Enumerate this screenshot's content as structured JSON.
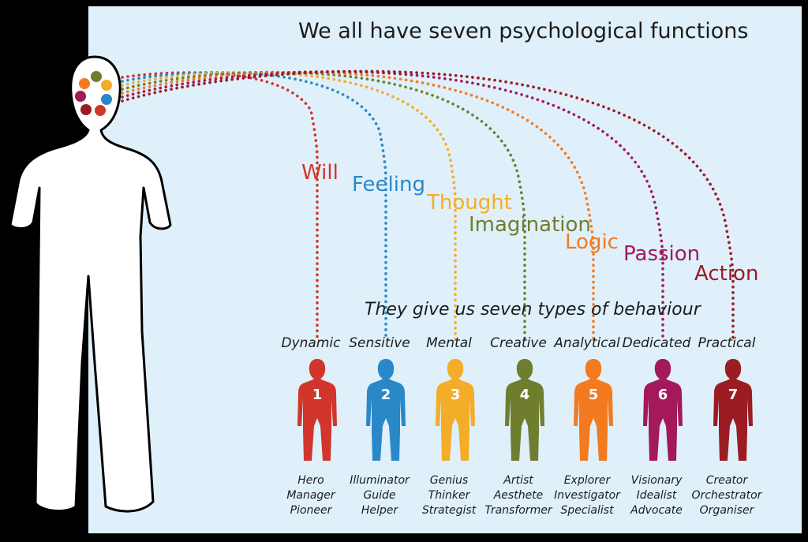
{
  "title": "We all have seven psychological functions",
  "subtitle": "They give us seven types of behaviour",
  "colors": {
    "background": "#000000",
    "panel": "#dff0fa",
    "silhouette": "#ffffff"
  },
  "functions": [
    {
      "label": "Will",
      "color": "#d1352b"
    },
    {
      "label": "Feeling",
      "color": "#2a88c8"
    },
    {
      "label": "Thought",
      "color": "#f4ad29"
    },
    {
      "label": "Imagination",
      "color": "#6f7d2e"
    },
    {
      "label": "Logic",
      "color": "#f47a20"
    },
    {
      "label": "Passion",
      "color": "#a3195b"
    },
    {
      "label": "Action",
      "color": "#9b1c22"
    }
  ],
  "types": [
    {
      "name": "Dynamic",
      "number": "1",
      "color": "#d1352b",
      "roles": [
        "Hero",
        "Manager",
        "Pioneer"
      ],
      "icon": "person-figure-icon"
    },
    {
      "name": "Sensitive",
      "number": "2",
      "color": "#2a88c8",
      "roles": [
        "Illuminator",
        "Guide",
        "Helper"
      ],
      "icon": "person-figure-icon"
    },
    {
      "name": "Mental",
      "number": "3",
      "color": "#f4ad29",
      "roles": [
        "Genius",
        "Thinker",
        "Strategist"
      ],
      "icon": "person-figure-icon"
    },
    {
      "name": "Creative",
      "number": "4",
      "color": "#6f7d2e",
      "roles": [
        "Artist",
        "Aesthete",
        "Transformer"
      ],
      "icon": "person-figure-icon"
    },
    {
      "name": "Analytical",
      "number": "5",
      "color": "#f47a20",
      "roles": [
        "Explorer",
        "Investigator",
        "Specialist"
      ],
      "icon": "person-figure-icon"
    },
    {
      "name": "Dedicated",
      "number": "6",
      "color": "#a3195b",
      "roles": [
        "Visionary",
        "Idealist",
        "Advocate"
      ],
      "icon": "person-figure-icon"
    },
    {
      "name": "Practical",
      "number": "7",
      "color": "#9b1c22",
      "roles": [
        "Creator",
        "Orchestrator",
        "Organiser"
      ],
      "icon": "person-figure-icon"
    }
  ],
  "head_dot_colors": [
    "#f47a20",
    "#6f7d2e",
    "#f4ad29",
    "#2a88c8",
    "#d1352b",
    "#9b1c22",
    "#a3195b"
  ]
}
